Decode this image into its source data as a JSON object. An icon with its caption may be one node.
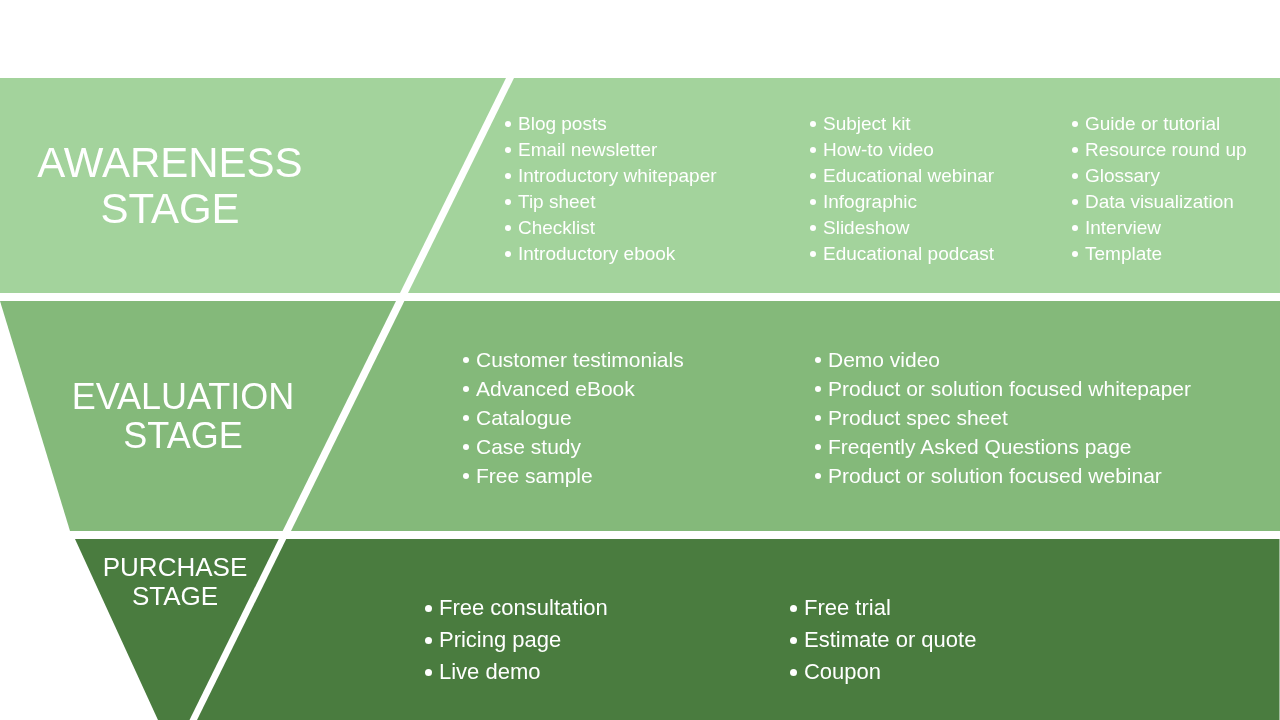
{
  "diagram": {
    "nodes": [
      {
        "text": [
          "AWARENESS STAGE"
        ]
      },
      {
        "text": [
          "Blog posts",
          "Email newsletter",
          "Introductory whitepaper",
          "Tip sheet",
          "Checklist",
          "Introductory ebook",
          "Subject kit",
          "How-to video",
          "Educational webinar",
          "Infographic",
          "Slideshow",
          "Educational podcast",
          "Guide or tutorial",
          "Resource round up",
          "Glossary",
          "Data visualization",
          "Interview",
          "Template"
        ]
      },
      {
        "text": [
          "EVALUATION STAGE"
        ]
      },
      {
        "text": [
          "Customer testimonials",
          "Advanced eBook",
          "Catalogue",
          "Case study",
          "Free sample",
          "Demo video",
          "Product or solution focused whitepaper",
          "Product spec sheet",
          "Freqently Asked Questions page",
          "Product or solution focused webinar"
        ]
      },
      {
        "text": [
          "PURCHASE STAGE"
        ]
      },
      {
        "text": [
          "Free consultation",
          "Pricing page",
          "Live demo",
          "Free trial",
          "Estimate or quote",
          "Coupon"
        ]
      }
    ],
    "edges": []
  }
}
